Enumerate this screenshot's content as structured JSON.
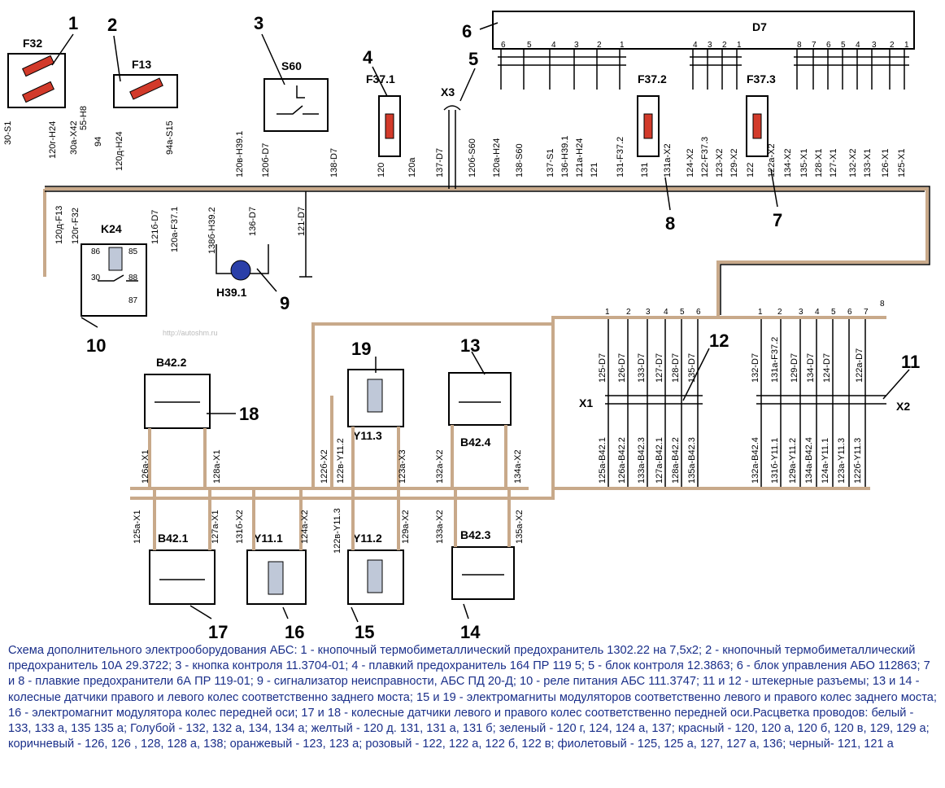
{
  "callouts": [
    "1",
    "2",
    "3",
    "4",
    "5",
    "6",
    "7",
    "8",
    "9",
    "10",
    "11",
    "12",
    "13",
    "14",
    "15",
    "16",
    "17",
    "18",
    "19"
  ],
  "components": {
    "F32": "F32",
    "F13": "F13",
    "S60": "S60",
    "F37_1": "F37.1",
    "X3": "X3",
    "D7": "D7",
    "F37_2": "F37.2",
    "F37_3": "F37.3",
    "K24": "K24",
    "H39_1": "H39.1",
    "X1": "X1",
    "X2": "X2",
    "B42_2": "B42.2",
    "Y11_3": "Y11.3",
    "B42_4": "B42.4",
    "B42_1": "B42.1",
    "Y11_1": "Y11.1",
    "Y11_2": "Y11.2",
    "B42_3": "B42.3"
  },
  "relay_pins": [
    "86",
    "85",
    "30",
    "88",
    "87"
  ],
  "d7_pins_a": [
    "6",
    "5",
    "4",
    "3",
    "2",
    "1"
  ],
  "d7_pins_b": [
    "4",
    "3",
    "2",
    "1"
  ],
  "d7_pins_c": [
    "8",
    "7",
    "6",
    "5",
    "4",
    "3",
    "2",
    "1"
  ],
  "x1_pins": [
    "1",
    "2",
    "3",
    "4",
    "5",
    "6"
  ],
  "x2_pins": [
    "1",
    "2",
    "3",
    "4",
    "5",
    "6",
    "7",
    "8"
  ],
  "top_wires": {
    "w30s1": "30-S1",
    "w120gh24": "120г-Н24",
    "w30ax42": "30а-Х42",
    "w55h8": "55-Н8",
    "w94": "94",
    "w120dh24": "120д-Н24",
    "w94as15": "94а-S15",
    "w120vh391": "120в-Н39.1",
    "w120bd7": "120б-D7",
    "w138d7": "138-D7",
    "w120": "120",
    "w120a": "120а",
    "w137d7": "137-D7",
    "w120bs60": "120б-S60",
    "w120ah24": "120а-Н24",
    "w138s60": "138-S60",
    "w137s1": "137-S1",
    "w136h391": "136-Н39.1",
    "w121ah24": "121а-Н24",
    "w121": "121",
    "w131f372": "131-F37.2",
    "w131": "131",
    "w131ax2": "131а-Х2",
    "w124x2": "124-Х2",
    "w122f373": "122-F37.3",
    "w123x2": "123-Х2",
    "w129x2": "129-Х2",
    "w122": "122",
    "w122ax2": "122а-Х2",
    "w134x2": "134-Х2",
    "w135x1": "135-Х1",
    "w128x1": "128-Х1",
    "w127x1": "127-Х1",
    "w132x2": "132-Х2",
    "w133x1": "133-Х1",
    "w126x1": "126-Х1",
    "w125x1": "125-Х1"
  },
  "mid_wires": {
    "w120df13": "120д-F13",
    "w120gf32": "120г-F32",
    "w121bd7": "121б-D7",
    "w120af371": "120а-F37.1",
    "w138bh392": "138б-Н39.2",
    "w136d7": "136-D7",
    "w121d7": "121-D7"
  },
  "x1_wires": [
    "125-D7",
    "126-D7",
    "133-D7",
    "127-D7",
    "128-D7",
    "135-D7"
  ],
  "x2_wires": [
    "132-D7",
    "131а-F37.2",
    "129-D7",
    "134-D7",
    "124-D7",
    "122а-D7"
  ],
  "x1_lower": [
    "125а-В42.1",
    "126а-В42.2",
    "133а-В42.3",
    "127а-В42.1",
    "128а-В42.2",
    "135а-В42.3"
  ],
  "x2_lower": [
    "132а-В42.4",
    "131б-Y11.1",
    "129а-Y11.2",
    "134а-В42.4",
    "124а-Y11.1",
    "123а-Y11.3",
    "122б-Y11.3"
  ],
  "sensor_wires": {
    "w126ax1": "126а-Х1",
    "w128ax1": "128а-Х1",
    "w122bx2": "122б-Х2",
    "w122vy112": "122в-Y11.2",
    "w123ax3": "123а-Х3",
    "w132ax2": "132а-Х2",
    "w134ax2": "134а-Х2",
    "w125ax1": "125а-Х1",
    "w127ax1": "127а-Х1",
    "w131bx2": "131б-Х2",
    "w124ax2": "124а-Х2",
    "w122vy113": "122в-Y11.3",
    "w129ax2": "129а-Х2",
    "w133ax2": "133а-Х2",
    "w135ax2": "135а-Х2"
  },
  "watermark": "http://autoshm.ru",
  "caption": "Схема дополнительного электрооборудования АБС: 1 - кнопочный термобиметаллический предохранитель 1302.22 на 7,5х2; 2 - кнопочный термобиметаллический предохранитель 10А 29.3722; 3 - кнопка контроля 11.3704-01; 4 - плавкий предохранитель 164 ПР 119 5; 5 - блок контроля 12.3863; 6 - блок управления АБО 112863; 7 и 8 - плавкие предохранители 6А ПР 119-01; 9 - сигнализатор неисправности, АБС ПД 20-Д; 10 - реле питания АБС 111.3747; 11 и 12 - штекерные разъемы; 13 и 14 - колесные датчики правого и левого колес соответственно заднего моста; 15 и 19 - электромагниты модуляторов соответственно левого и правого колес заднего моста; 16 - электромагнит модулятора колес передней оси; 17 и 18 - колесные датчики левого и правого колес соответственно передней оси.Расцветка проводов: белый - 133, 133 а, 135 135 а; Голубой - 132, 132 а, 134, 134 а; желтый - 120 д. 131, 131 а, 131 б; зеленый - 120 г, 124, 124 а, 137; красный - 120, 120 а, 120 б, 120 в, 129, 129 а; коричневый - 126, 126 , 128, 128 а, 138; оранжевый - 123, 123 а; розовый - 122, 122 а, 122 б, 122 в; фиолетовый - 125, 125 а, 127, 127 а, 136; черный- 121, 121 а"
}
